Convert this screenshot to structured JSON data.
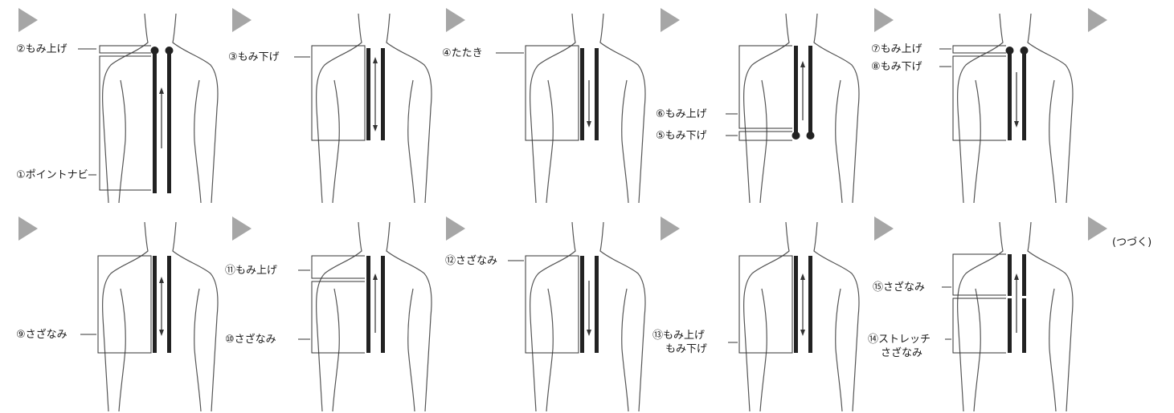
{
  "panels": [
    {
      "labels": [
        "②もみ上げ",
        "①ポイントナビ"
      ]
    },
    {
      "labels": [
        "③もみ下げ"
      ]
    },
    {
      "labels": [
        "④たたき"
      ]
    },
    {
      "labels": [
        "⑥もみ上げ",
        "⑤もみ下げ"
      ]
    },
    {
      "labels": [
        "⑦もみ上げ",
        "⑧もみ下げ"
      ]
    },
    {
      "labels": [
        "⑨さざなみ"
      ]
    },
    {
      "labels": [
        "⑪もみ上げ",
        "⑩さざなみ"
      ]
    },
    {
      "labels": [
        "⑫さざなみ"
      ]
    },
    {
      "labels": [
        "⑬もみ上げ",
        "もみ下げ"
      ]
    },
    {
      "labels": [
        "⑮さざなみ",
        "⑭ストレッチ",
        "さざなみ"
      ]
    }
  ],
  "continue_text": "(つづく)"
}
